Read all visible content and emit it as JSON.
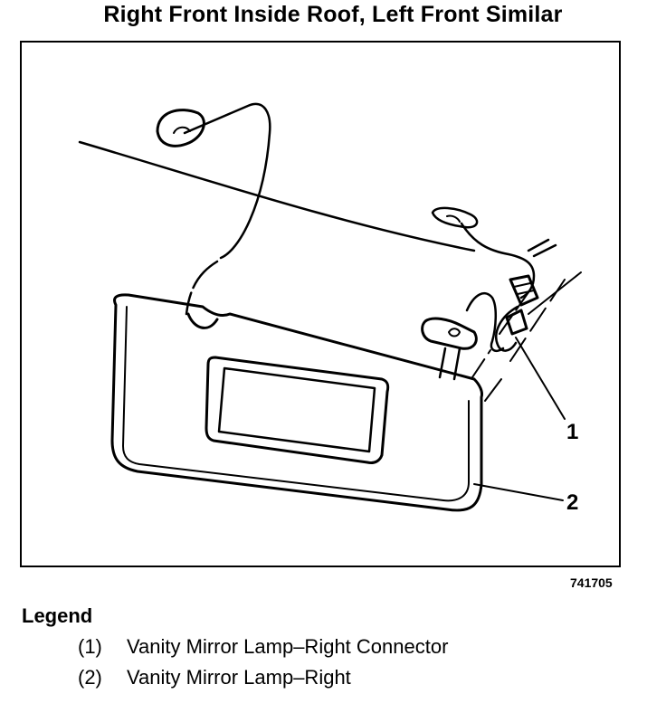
{
  "title": "Right Front Inside Roof, Left Front Similar",
  "figure_number": "741705",
  "callouts": [
    "1",
    "2"
  ],
  "legend": {
    "heading": "Legend",
    "items": [
      {
        "number": "(1)",
        "text": "Vanity Mirror Lamp–Right Connector"
      },
      {
        "number": "(2)",
        "text": "Vanity Mirror Lamp–Right"
      }
    ]
  }
}
